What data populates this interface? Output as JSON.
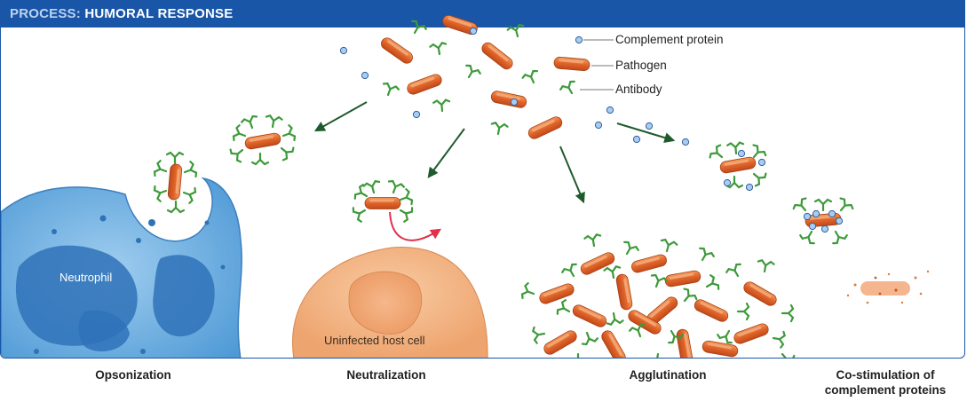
{
  "header": {
    "prefix": "PROCESS:",
    "title": "HUMORAL RESPONSE",
    "background": "#1a56a8"
  },
  "legend": {
    "complement_label": "Complement protein",
    "pathogen_label": "Pathogen",
    "antibody_label": "Antibody"
  },
  "cells": {
    "neutrophil_label": "Neutrophil",
    "host_cell_label": "Uninfected host cell"
  },
  "captions": {
    "opsonization": "Opsonization",
    "neutralization": "Neutralization",
    "agglutination": "Agglutination",
    "costim_line1": "Co-stimulation of",
    "costim_line2": "complement proteins"
  },
  "colors": {
    "pathogen": "#e06a2a",
    "antibody": "#3d9a3a",
    "complement": "#a9cdf2",
    "arrow": "#1f5a2c",
    "neutralize_arrow": "#e0304a",
    "neutrophil": "#5ea7db",
    "host_cell": "#f3b98a"
  }
}
